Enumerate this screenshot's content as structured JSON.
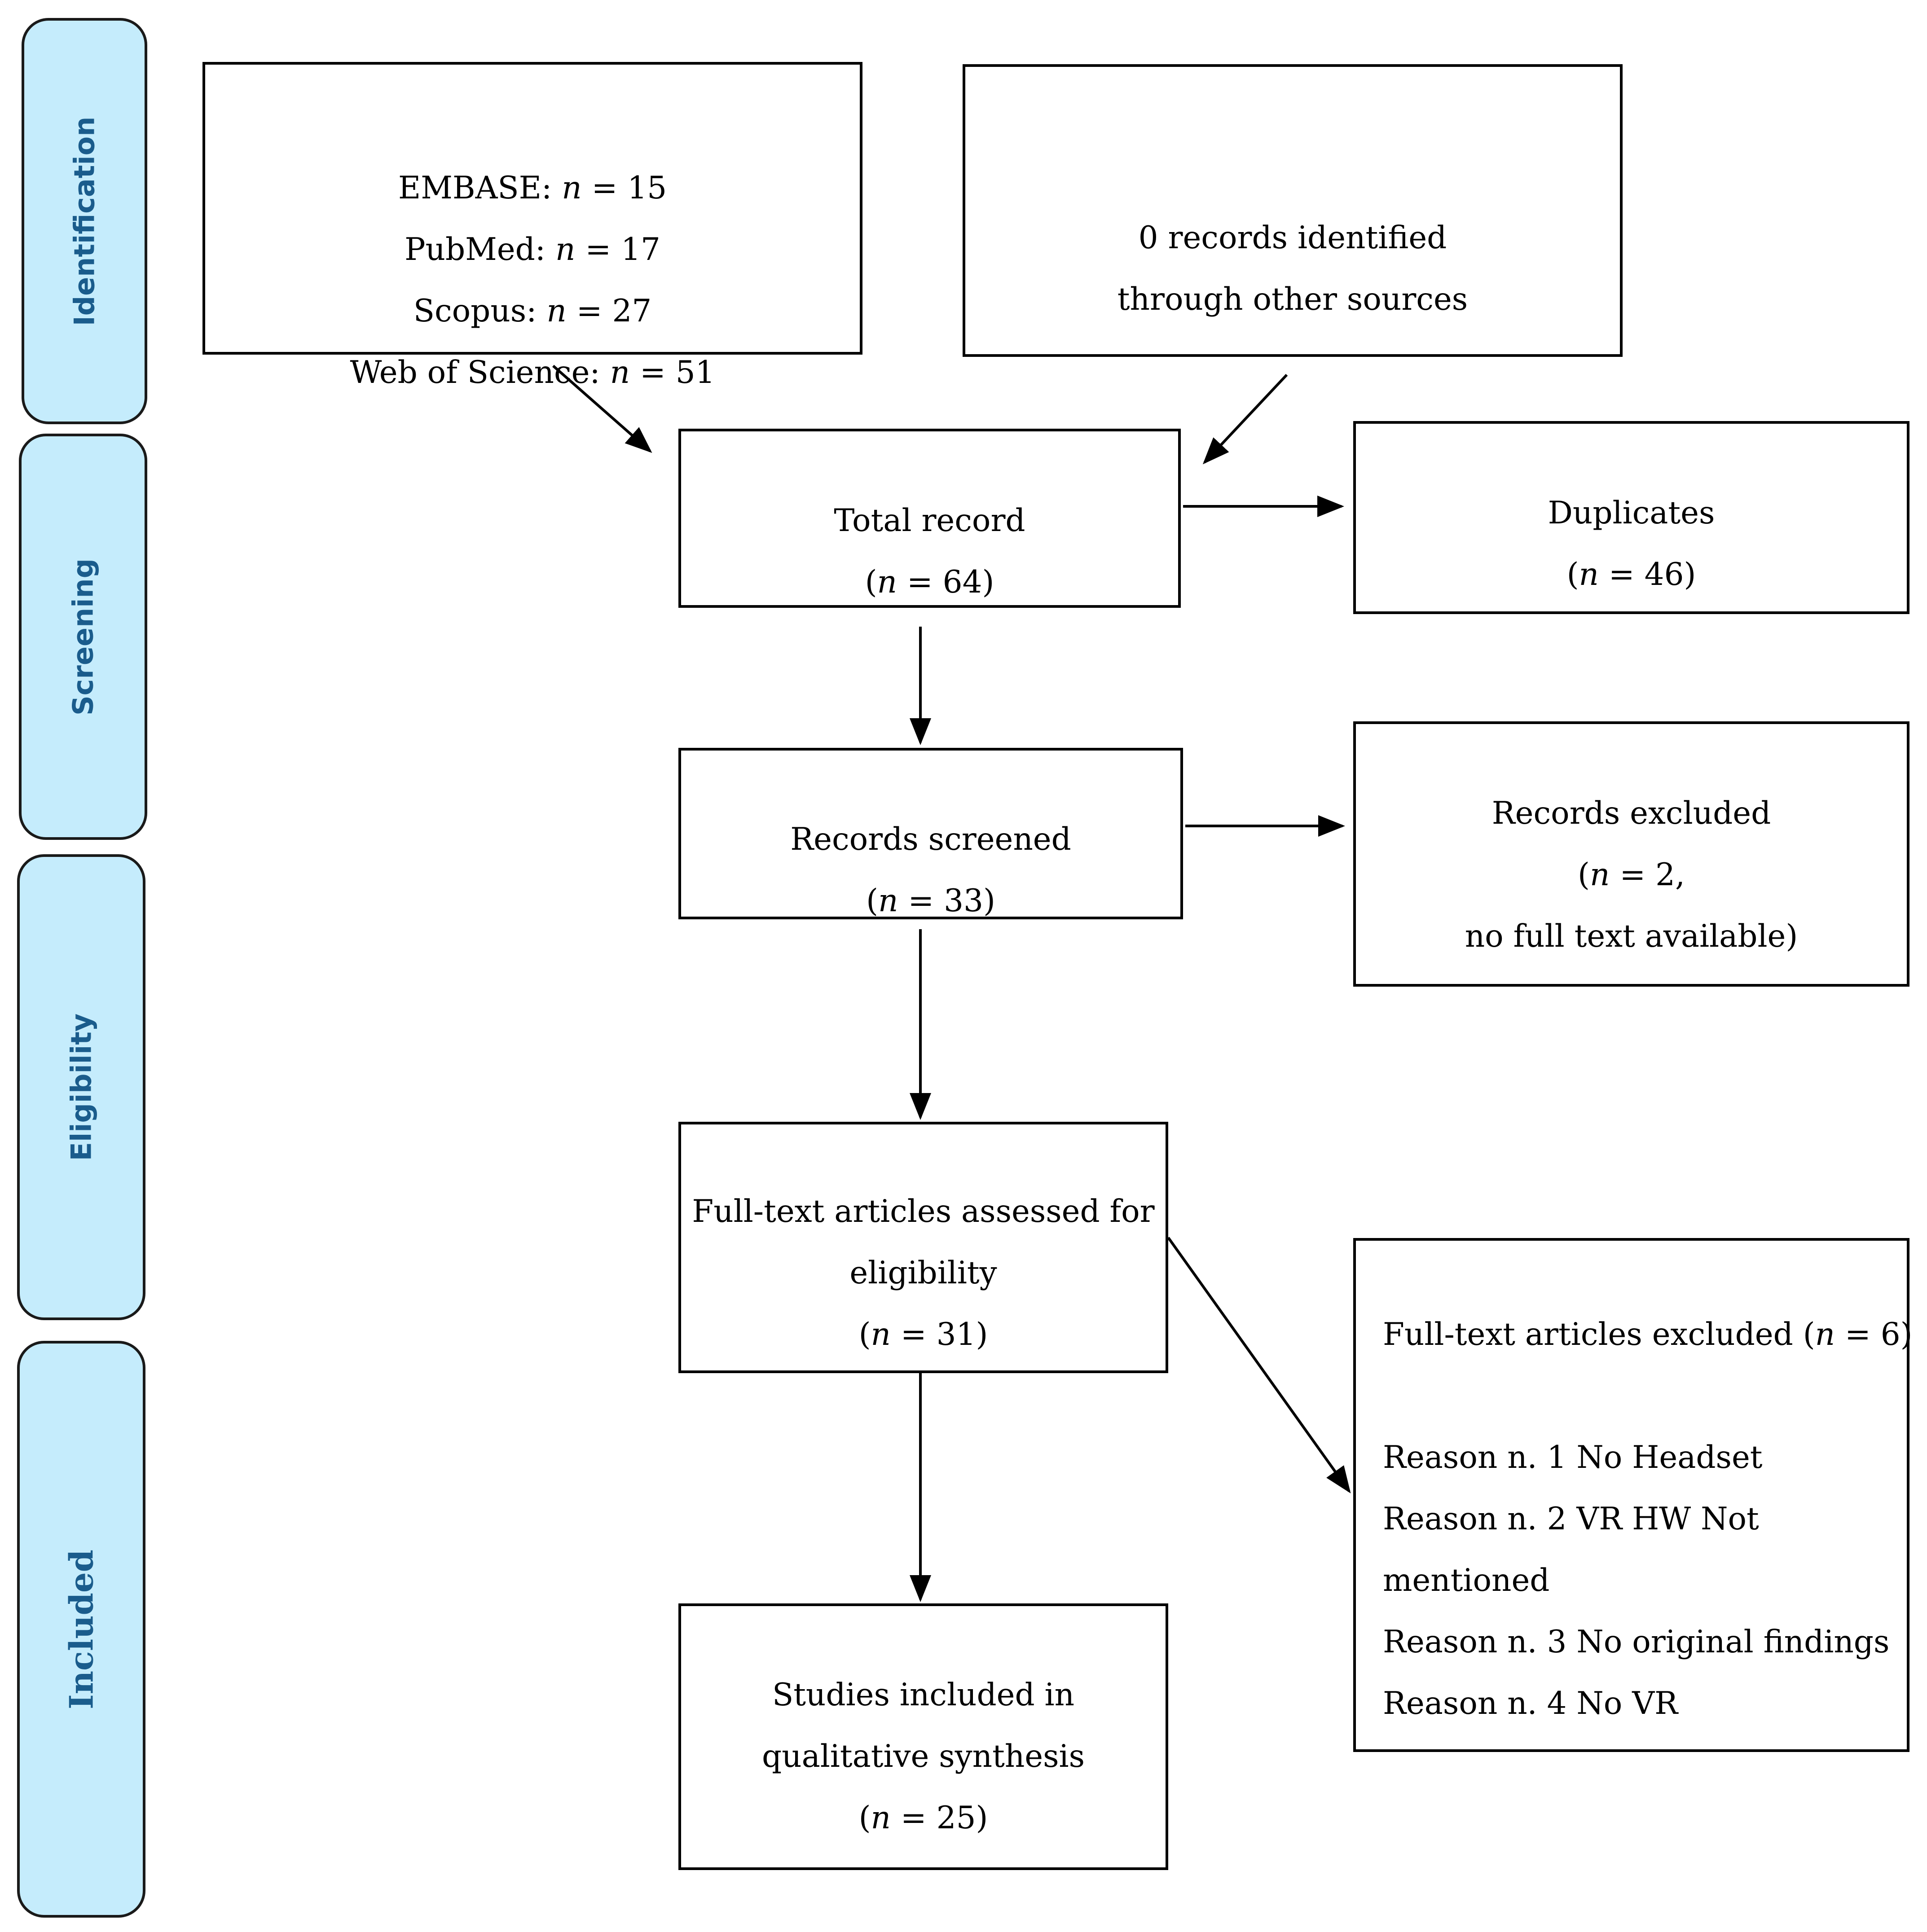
{
  "stages": {
    "identification": "Identification",
    "screening": "Screening",
    "eligibility": "Eligibility",
    "included": "Included"
  },
  "databases": {
    "embase": {
      "label": "EMBASE: ",
      "n": "n",
      "value": " = 15"
    },
    "pubmed": {
      "label": "PubMed: ",
      "n": "n",
      "value": " = 17"
    },
    "scopus": {
      "label": "Scopus: ",
      "n": "n",
      "value": " = 27"
    },
    "wos": {
      "label": "Web of Science: ",
      "n": "n",
      "value": " = 51"
    }
  },
  "other_sources": {
    "line1": "0 records identified",
    "line2": "through other sources"
  },
  "total_record": {
    "title": "Total record",
    "open": "(",
    "n": "n",
    "value": " = 64)"
  },
  "duplicates": {
    "title": "Duplicates",
    "open": "(",
    "n": "n",
    "value": " = 46)"
  },
  "records_screened": {
    "title": "Records screened",
    "open": "(",
    "n": "n",
    "value": " = 33)"
  },
  "records_excluded": {
    "title": "Records excluded",
    "open": "(",
    "n": "n",
    "value": " = 2,",
    "line3": "no full text available)"
  },
  "full_text_assessed": {
    "line1": "Full-text articles assessed for",
    "line2": "eligibility",
    "open": "(",
    "n": "n",
    "value": " = 31)"
  },
  "full_text_excluded": {
    "title": "Full-text articles excluded (",
    "n": "n",
    "value": " = 6)",
    "reasons": [
      "Reason n. 1 No Headset",
      "Reason n. 2 VR HW Not",
      "mentioned",
      "Reason n. 3 No original findings",
      "Reason n. 4 No VR"
    ]
  },
  "included": {
    "line1": "Studies included in",
    "line2": "qualitative synthesis",
    "open": "(",
    "n": "n",
    "value": " = 25)"
  }
}
